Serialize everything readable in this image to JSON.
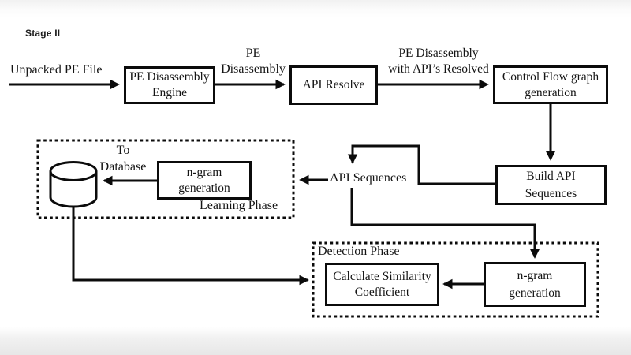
{
  "meta": {
    "stage_label": "Stage II",
    "diagram_type": "flowchart",
    "colors": {
      "line": "#0b0b0b",
      "text": "#141414",
      "paper": "#ffffff",
      "band": "#e7e7e7"
    }
  },
  "edge_labels": {
    "unpacked_pe_file": "Unpacked PE File",
    "pe_disassembly": {
      "line1": "PE",
      "line2": "Disassembly"
    },
    "pe_disassembly_resolved": {
      "line1": "PE Disassembly",
      "line2": "with API’s Resolved"
    },
    "api_sequences": "API Sequences",
    "to_database": {
      "line1": "To",
      "line2": "Database"
    }
  },
  "nodes": {
    "pe_disassembly_engine": {
      "line1": "PE Disassembly",
      "line2": "Engine"
    },
    "api_resolve": {
      "line1": "API Resolve"
    },
    "control_flow_graph": {
      "line1": "Control Flow graph",
      "line2": "generation"
    },
    "build_api_sequences": {
      "line1": "Build API",
      "line2": "Sequences"
    },
    "ngram_generation_learning": {
      "line1": "n-gram",
      "line2": "generation"
    },
    "calculate_similarity": {
      "line1": "Calculate Similarity",
      "line2": "Coefficient"
    },
    "ngram_generation_detection": {
      "line1": "n-gram",
      "line2": "generation"
    }
  },
  "phases": {
    "learning": "Learning Phase",
    "detection": "Detection Phase"
  },
  "icons": {
    "database_cylinder": "database storage symbol"
  }
}
